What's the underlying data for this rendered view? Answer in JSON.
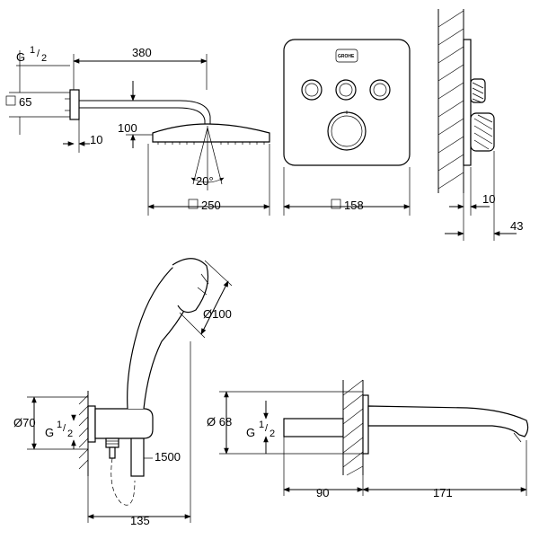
{
  "headshower": {
    "thread_main": "G",
    "thread_num": "1",
    "thread_den": "2",
    "arm_length": "380",
    "flange_size": "65",
    "drop": "100",
    "wall_gap": "10",
    "angle": "20°",
    "head_size": "250"
  },
  "thermostat": {
    "brand": "GROHE",
    "plate_size": "158",
    "depth_a": "10",
    "depth_b": "43"
  },
  "handshower": {
    "head_diameter": "Ø100",
    "flange_diameter": "Ø70",
    "thread_main": "G",
    "thread_num": "1",
    "thread_den": "2",
    "hose_length": "1500",
    "width": "135"
  },
  "spout": {
    "flange_diameter": "Ø 68",
    "thread_main": "G",
    "thread_num": "1",
    "thread_den": "2",
    "inset": "90",
    "projection": "171"
  }
}
